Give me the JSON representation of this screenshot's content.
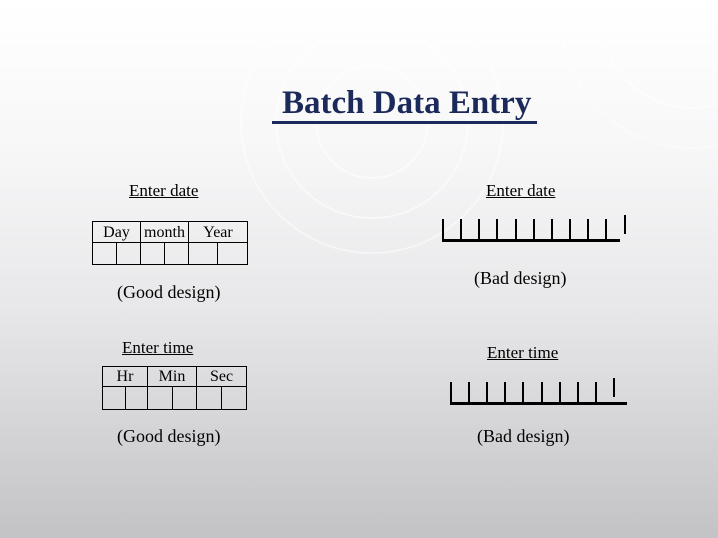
{
  "title": "Batch Data Entry",
  "sections": {
    "date_good": {
      "heading": "Enter date",
      "table_headers": [
        "Day",
        "month",
        "Year"
      ],
      "caption": "(Good design)"
    },
    "date_bad": {
      "heading": "Enter date",
      "tick_count": 11,
      "caption": "(Bad design)"
    },
    "time_good": {
      "heading": "Enter time",
      "table_headers": [
        "Hr",
        "Min",
        "Sec"
      ],
      "caption": "(Good design)"
    },
    "time_bad": {
      "heading": "Enter time",
      "tick_count": 10,
      "caption": "(Bad design)"
    }
  },
  "colors": {
    "title_navy": "#1b2a5b",
    "text_black": "#000000"
  }
}
